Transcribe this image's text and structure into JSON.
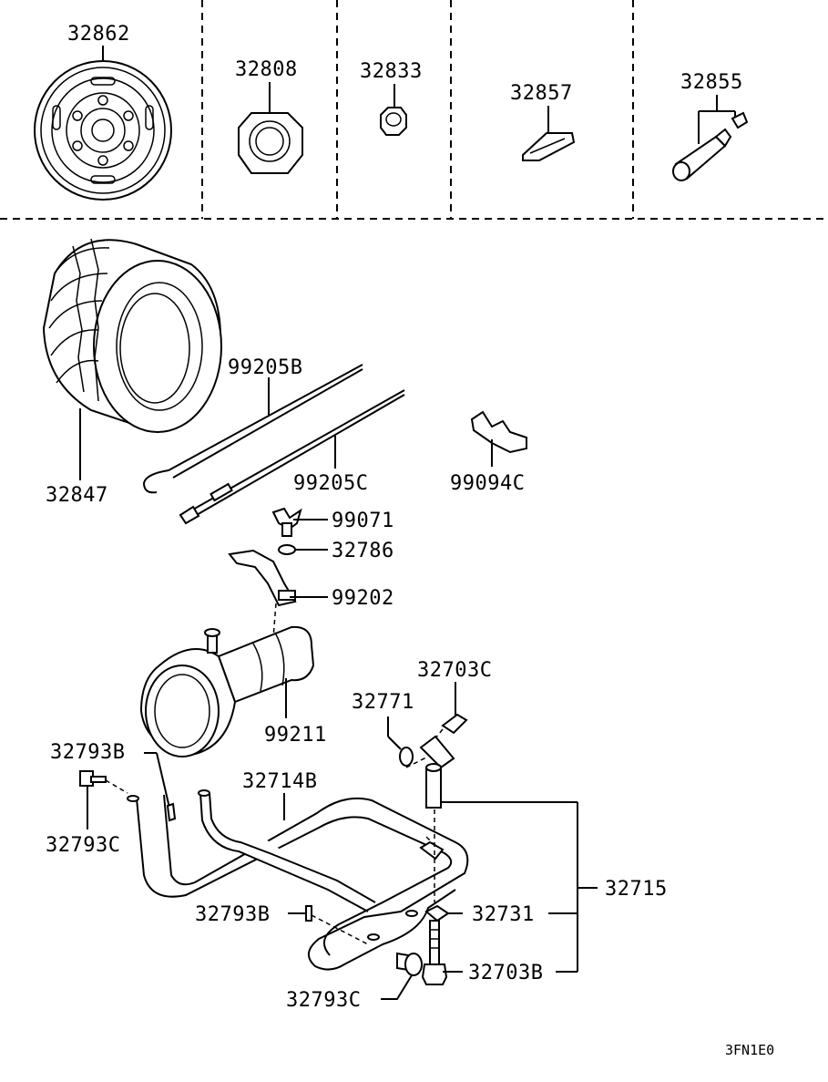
{
  "diagram": {
    "parts": {
      "p32862": "32862",
      "p32808": "32808",
      "p32833": "32833",
      "p32857": "32857",
      "p32855": "32855",
      "p99205B": "99205B",
      "p32847": "32847",
      "p99205C": "99205C",
      "p99094C": "99094C",
      "p99071": "99071",
      "p32786": "32786",
      "p99202": "99202",
      "p32703C": "32703C",
      "p32771": "32771",
      "p99211": "99211",
      "p32793B_a": "32793B",
      "p32714B": "32714B",
      "p32793C_a": "32793C",
      "p32715": "32715",
      "p32793B_b": "32793B",
      "p32731": "32731",
      "p32703B": "32703B",
      "p32793C_b": "32793C"
    },
    "figure_code": "3FN1E0"
  }
}
